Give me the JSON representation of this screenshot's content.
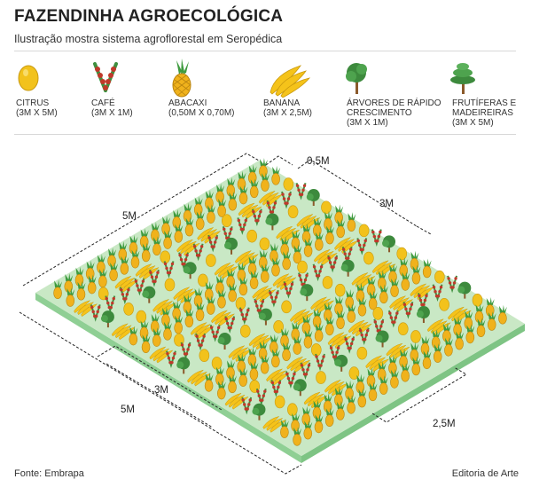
{
  "header": {
    "title": "FAZENDINHA AGROECOLÓGICA",
    "subtitle": "Ilustração mostra sistema agroflorestal em Seropédica"
  },
  "legend": [
    {
      "name_lines": [
        "CITRUS"
      ],
      "size": "(3M X 5M)",
      "icon": "citrus-icon"
    },
    {
      "name_lines": [
        "CAFÉ"
      ],
      "size": "(3M X 1M)",
      "icon": "coffee-icon"
    },
    {
      "name_lines": [
        "ABACAXI"
      ],
      "size": "(0,50M X 0,70M)",
      "icon": "pineapple-icon"
    },
    {
      "name_lines": [
        "BANANA"
      ],
      "size": "(3M X 2,5M)",
      "icon": "banana-icon"
    },
    {
      "name_lines": [
        "ÁRVORES DE RÁPIDO",
        "CRESCIMENTO"
      ],
      "size": "(3M X 1M)",
      "icon": "fast-tree-icon"
    },
    {
      "name_lines": [
        "FRUTÍFERAS E",
        "MADEIREIRAS"
      ],
      "size": "(3M X 5M)",
      "icon": "fruit-tree-icon"
    }
  ],
  "dimensions": {
    "top_right": "0,5M",
    "top_left": "5M",
    "right": "3M",
    "bottom_inner": "3M",
    "bottom_left": "5M",
    "bottom_right": "2,5M"
  },
  "colors": {
    "field": "#c9e8c5",
    "field_side": "#8fcf94",
    "pineapple": "#f0b21c",
    "pineapple_leaf": "#3f9b3f",
    "banana": "#f5c31a",
    "citrus": "#f2c21c",
    "coffee": "#c0392b",
    "tree": "#3d8a3d",
    "trunk": "#8b5a2b"
  },
  "footer": {
    "source": "Fonte: Embrapa",
    "credit": "Editoria de Arte"
  }
}
